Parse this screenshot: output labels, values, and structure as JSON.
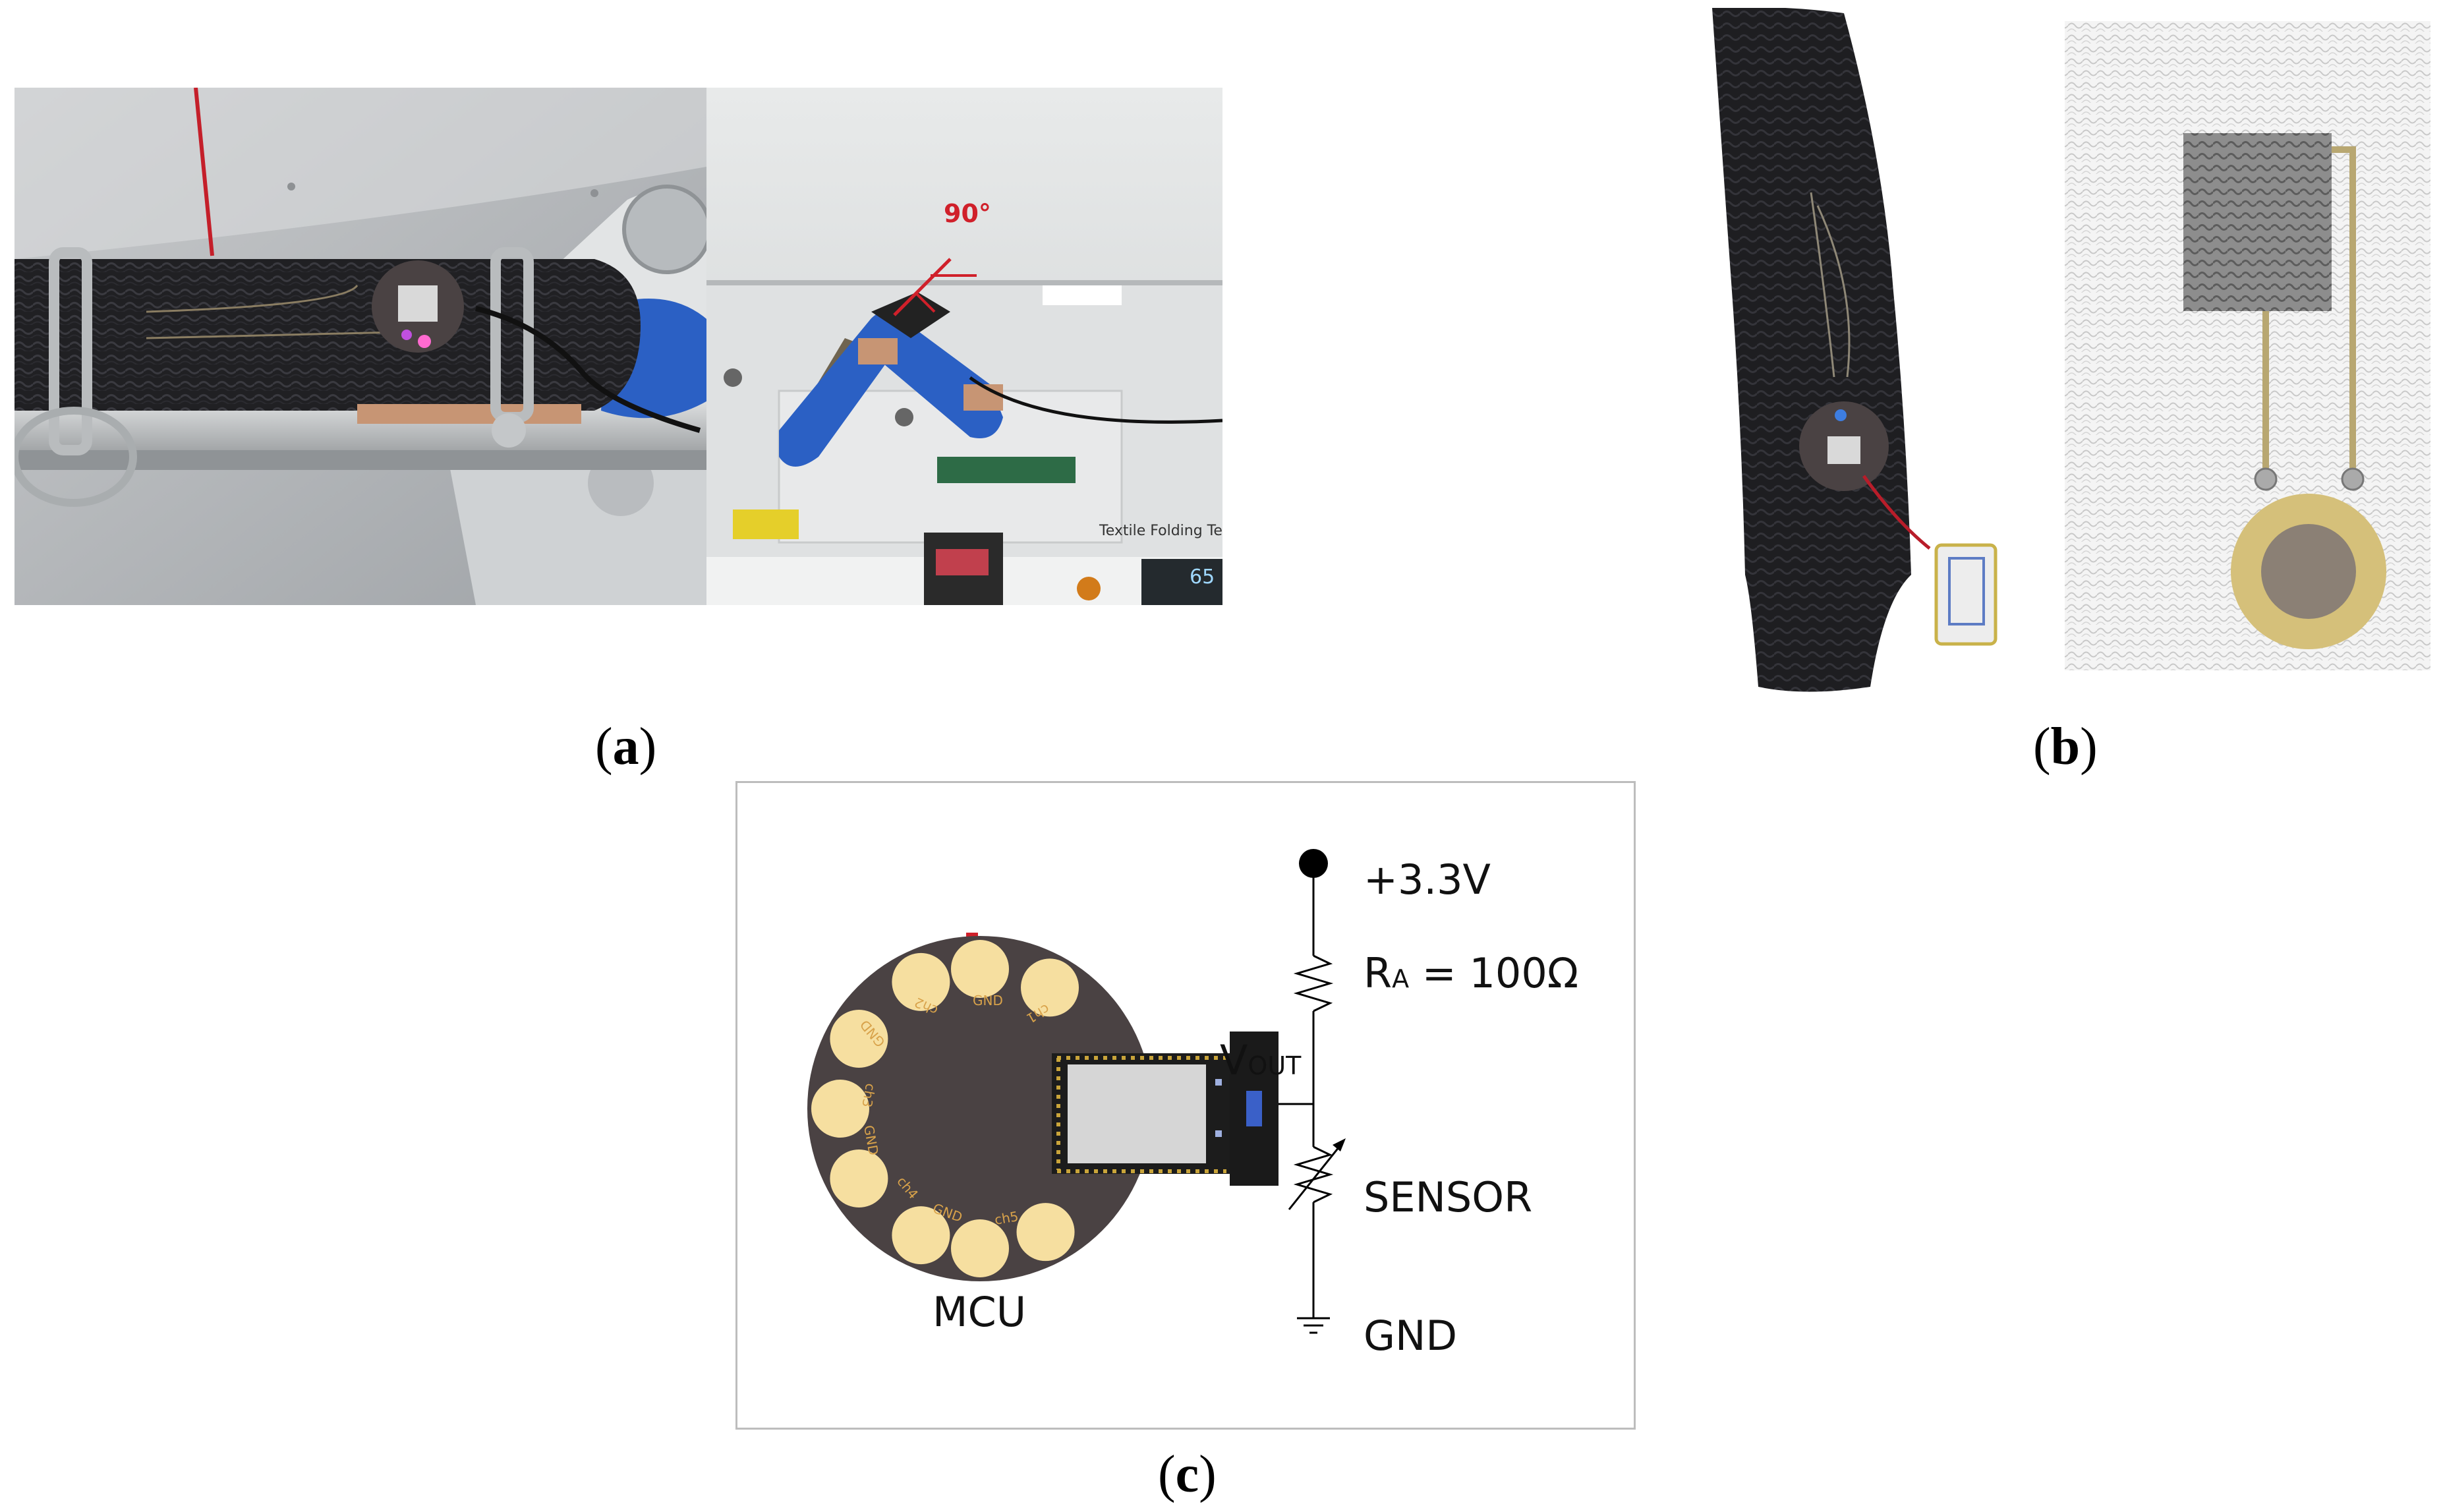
{
  "panels": {
    "a": {
      "caption_open": "(",
      "caption_letter": "a",
      "caption_close": ")",
      "angle_label": "90°",
      "machine_label": "Textile Folding Te",
      "display_value": "65"
    },
    "b": {
      "caption_open": "(",
      "caption_letter": "b",
      "caption_close": ")"
    },
    "c": {
      "caption_open": "(",
      "caption_letter": "c",
      "caption_close": ")"
    }
  },
  "circuit": {
    "supply": "+3.3V",
    "resistor_main": "R",
    "resistor_sub": "A",
    "resistor_value": " = 100Ω",
    "vout_main": "V",
    "vout_sub": "OUT",
    "sensor": "SENSOR",
    "ground": "GND",
    "mcu": "MCU",
    "pads": [
      "GND",
      "ch2",
      "ch1",
      "ch3",
      "GND",
      "ch4",
      "GND",
      "ch5"
    ]
  },
  "colors": {
    "board": "#4a4243",
    "pad": "#f6dfa0",
    "angle": "#d0202a",
    "sleeve": "#1f1f22",
    "blue_form": "#2a5fc0"
  }
}
